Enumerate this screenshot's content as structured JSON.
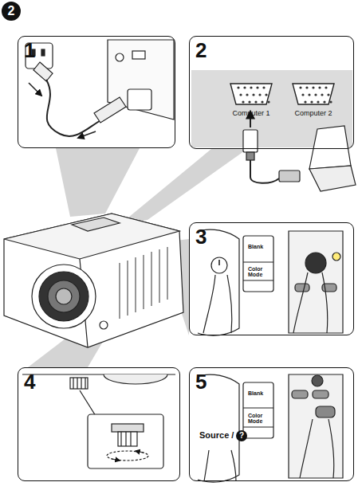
{
  "diagram": {
    "title": "2",
    "nodes": [
      {
        "text": [
          "1"
        ]
      },
      {
        "text": [
          "2"
        ]
      },
      {
        "text": [
          "Computer 1"
        ],
        "in": 1
      },
      {
        "text": [
          "Computer 2"
        ],
        "in": 1
      },
      {
        "text": [
          "3"
        ]
      },
      {
        "text": [
          "4"
        ]
      },
      {
        "text": [
          "5"
        ]
      }
    ],
    "labels": [
      "Blank",
      "Color Mode",
      "Blank",
      "Color Mode",
      "Source /",
      "?"
    ]
  }
}
